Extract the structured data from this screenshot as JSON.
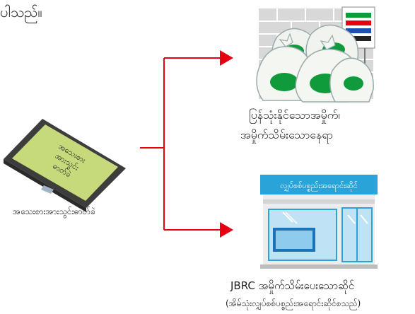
{
  "intro_text": "ပါသည်။",
  "battery": {
    "label_on_pack": [
      "အသေးစား",
      "အားသွင်း",
      "ဓာတ်ခဲ"
    ],
    "caption": "အသေးစားအားသွင်းဓာတ်ခဲ"
  },
  "recycling_point": {
    "line1": "ပြန်သုံးနိုင်သောအမှိုက်၊",
    "line2": "အမှိုက်သိမ်းသောနေရာ"
  },
  "shop": {
    "sign": "လျှပ်စစ်ပစ္စည်းအရောင်းဆိုင်",
    "line1": "JBRC အမှိုက်သိမ်းပေးသောဆိုင်",
    "line2": "(အိမ်သုံးလျှပ်စစ်ပစ္စည်းအရောင်းဆိုင်စသည်)"
  },
  "colors": {
    "arrow": "#e60012",
    "battery_face": "#c6da7c",
    "battery_body": "#3d3d3d",
    "bag_green": "#0f9a3c",
    "shop_blue": "#29a3d8",
    "wall": "#d8d8d8"
  }
}
